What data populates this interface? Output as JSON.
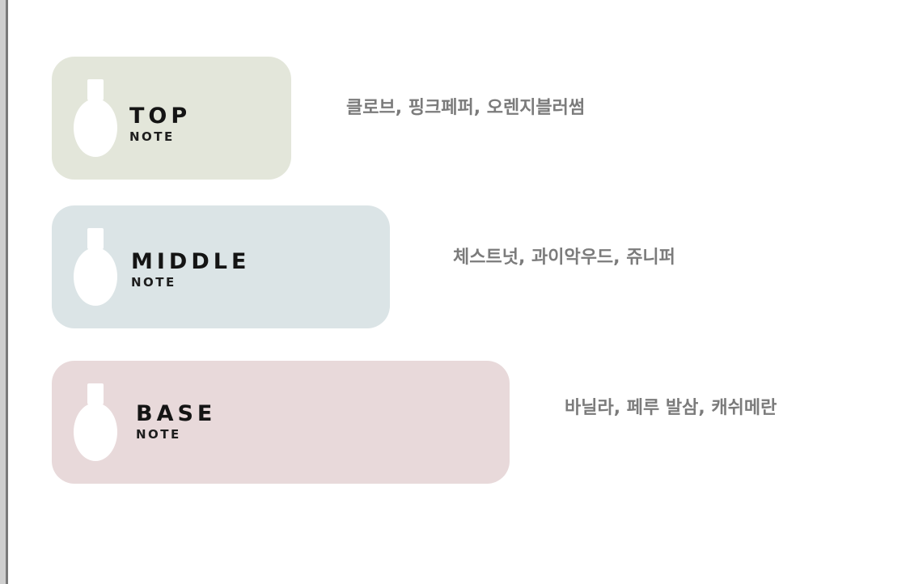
{
  "notes": [
    {
      "title": "TOP",
      "subtitle": "NOTE",
      "description": "클로브, 핑크페퍼, 오렌지블러썸",
      "color": "#e3e6da"
    },
    {
      "title": "MIDDLE",
      "subtitle": "NOTE",
      "description": "체스트넛, 과이악우드, 쥬니퍼",
      "color": "#dbe4e6"
    },
    {
      "title": "BASE",
      "subtitle": "NOTE",
      "description": "바닐라, 페루 발삼, 캐쉬메란",
      "color": "#e8d9da"
    }
  ],
  "icons": {
    "bottle": "perfume-bottle-icon"
  }
}
